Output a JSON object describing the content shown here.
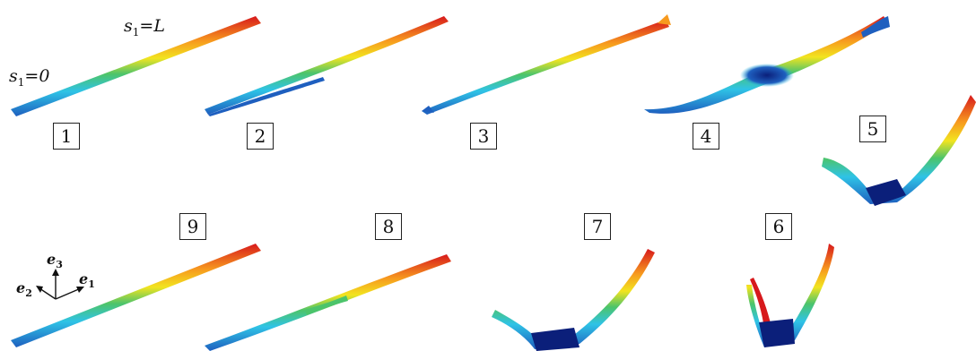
{
  "frames": [
    {
      "label": "1"
    },
    {
      "label": "2"
    },
    {
      "label": "3"
    },
    {
      "label": "4"
    },
    {
      "label": "5"
    },
    {
      "label": "6"
    },
    {
      "label": "7"
    },
    {
      "label": "8"
    },
    {
      "label": "9"
    }
  ],
  "end_labels": {
    "start": {
      "var": "s",
      "sub": "1",
      "rest": "=0"
    },
    "end": {
      "var": "s",
      "sub": "1",
      "rest": "=L"
    }
  },
  "axes": [
    {
      "var": "e",
      "sub": "1"
    },
    {
      "var": "e",
      "sub": "2"
    },
    {
      "var": "e",
      "sub": "3"
    }
  ],
  "colors": {
    "red": "#d7191c",
    "orange": "#f79a1e",
    "yellow": "#f2e41f",
    "green": "#4cc46b",
    "cyan": "#2fc3e6",
    "blue": "#1e5fbf",
    "navy": "#0b1f7a"
  }
}
